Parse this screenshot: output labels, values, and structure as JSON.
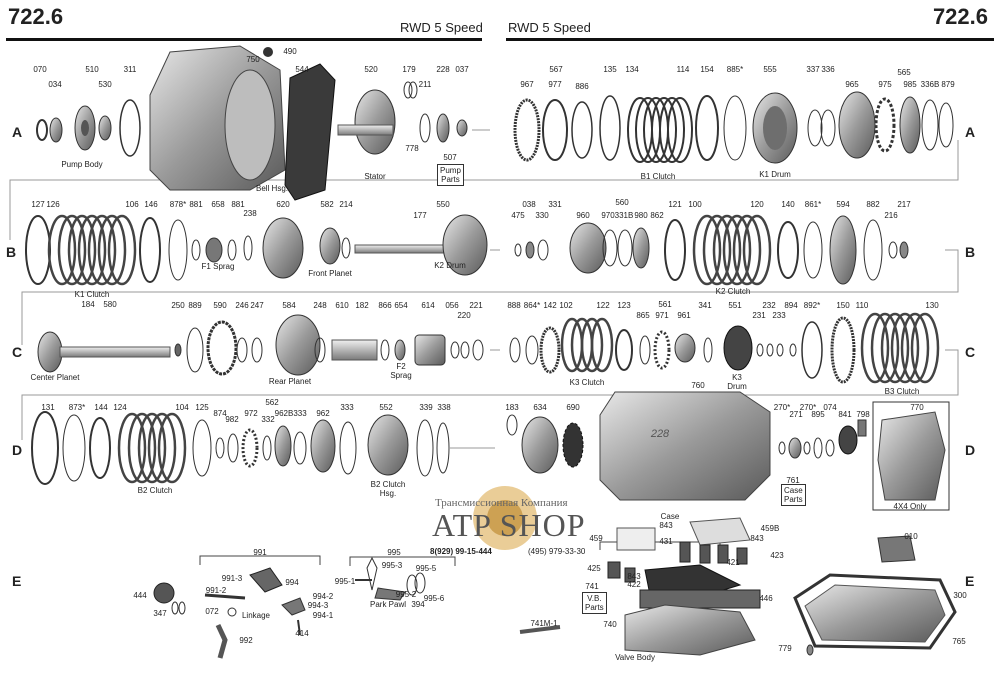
{
  "header": {
    "model_left": "722.6",
    "model_right": "722.6",
    "subtitle_left": "RWD 5 Speed",
    "subtitle_right": "RWD 5 Speed"
  },
  "rows": [
    "A",
    "B",
    "C",
    "D",
    "E"
  ],
  "group_labels": {
    "pump_body": "Pump Body",
    "bell_hsg": "Bell Hsg.",
    "stator": "Stator",
    "pump_parts": "Pump\nParts",
    "b1_clutch": "B1 Clutch",
    "k1_drum": "K1 Drum",
    "k1_clutch": "K1 Clutch",
    "f1_sprag": "F1 Sprag",
    "front_planet": "Front Planet",
    "k2_drum": "K2 Drum",
    "k2_clutch": "K2 Clutch",
    "center_planet": "Center Planet",
    "rear_planet": "Rear Planet",
    "f2_sprag": "F2\nSprag",
    "k3_clutch": "K3 Clutch",
    "k3_drum": "K3\nDrum",
    "b3_clutch": "B3 Clutch",
    "b2_clutch": "B2 Clutch",
    "b2_clutch_hsg": "B2 Clutch\nHsg.",
    "case_parts": "Case\nParts",
    "x4_only": "4X4 Only",
    "linkage": "Linkage",
    "park_pawl": "Park Pawl",
    "vb_parts": "V.B.\nParts",
    "valve_body": "Valve Body",
    "case": "Case"
  },
  "watermark": {
    "company": "Трансмиссионная Компания",
    "brand": "ATP SHOP",
    "phone1": "8(929) 99-15-444",
    "phone2": "(495) 979-33-30"
  },
  "case_marking": "228",
  "parts_row_a": [
    {
      "n": "070"
    },
    {
      "n": "034"
    },
    {
      "n": "510"
    },
    {
      "n": "530"
    },
    {
      "n": "311"
    },
    {
      "n": "750"
    },
    {
      "n": "490"
    },
    {
      "n": "544"
    },
    {
      "n": "520"
    },
    {
      "n": "179"
    },
    {
      "n": "211"
    },
    {
      "n": "228"
    },
    {
      "n": "037"
    },
    {
      "n": "778"
    },
    {
      "n": "507"
    },
    {
      "n": "567"
    },
    {
      "n": "967"
    },
    {
      "n": "977"
    },
    {
      "n": "886"
    },
    {
      "n": "135"
    },
    {
      "n": "134"
    },
    {
      "n": "114"
    },
    {
      "n": "154"
    },
    {
      "n": "885*"
    },
    {
      "n": "555"
    },
    {
      "n": "337"
    },
    {
      "n": "336"
    },
    {
      "n": "565"
    },
    {
      "n": "965"
    },
    {
      "n": "975"
    },
    {
      "n": "985"
    },
    {
      "n": "336B"
    },
    {
      "n": "879"
    }
  ],
  "parts_row_b": [
    {
      "n": "127"
    },
    {
      "n": "126"
    },
    {
      "n": "106"
    },
    {
      "n": "146"
    },
    {
      "n": "878*"
    },
    {
      "n": "881"
    },
    {
      "n": "658"
    },
    {
      "n": "881"
    },
    {
      "n": "238"
    },
    {
      "n": "620"
    },
    {
      "n": "582"
    },
    {
      "n": "214"
    },
    {
      "n": "177"
    },
    {
      "n": "550"
    },
    {
      "n": "475"
    },
    {
      "n": "038"
    },
    {
      "n": "330"
    },
    {
      "n": "331"
    },
    {
      "n": "560"
    },
    {
      "n": "960"
    },
    {
      "n": "970"
    },
    {
      "n": "331B"
    },
    {
      "n": "980"
    },
    {
      "n": "862"
    },
    {
      "n": "121"
    },
    {
      "n": "100"
    },
    {
      "n": "120"
    },
    {
      "n": "140"
    },
    {
      "n": "861*"
    },
    {
      "n": "594"
    },
    {
      "n": "882"
    },
    {
      "n": "216"
    },
    {
      "n": "217"
    }
  ],
  "parts_row_c": [
    {
      "n": "184"
    },
    {
      "n": "580"
    },
    {
      "n": "250"
    },
    {
      "n": "889"
    },
    {
      "n": "590"
    },
    {
      "n": "246"
    },
    {
      "n": "247"
    },
    {
      "n": "584"
    },
    {
      "n": "248"
    },
    {
      "n": "610"
    },
    {
      "n": "182"
    },
    {
      "n": "866"
    },
    {
      "n": "654"
    },
    {
      "n": "614"
    },
    {
      "n": "056"
    },
    {
      "n": "220"
    },
    {
      "n": "221"
    },
    {
      "n": "888"
    },
    {
      "n": "864*"
    },
    {
      "n": "142"
    },
    {
      "n": "102"
    },
    {
      "n": "122"
    },
    {
      "n": "123"
    },
    {
      "n": "561"
    },
    {
      "n": "865"
    },
    {
      "n": "971"
    },
    {
      "n": "961"
    },
    {
      "n": "341"
    },
    {
      "n": "551"
    },
    {
      "n": "232"
    },
    {
      "n": "231"
    },
    {
      "n": "233"
    },
    {
      "n": "894"
    },
    {
      "n": "892*"
    },
    {
      "n": "150"
    },
    {
      "n": "110"
    },
    {
      "n": "130"
    }
  ],
  "parts_row_d": [
    {
      "n": "131"
    },
    {
      "n": "873*"
    },
    {
      "n": "144"
    },
    {
      "n": "124"
    },
    {
      "n": "104"
    },
    {
      "n": "125"
    },
    {
      "n": "562"
    },
    {
      "n": "874"
    },
    {
      "n": "982"
    },
    {
      "n": "972"
    },
    {
      "n": "332"
    },
    {
      "n": "962B"
    },
    {
      "n": "333"
    },
    {
      "n": "962"
    },
    {
      "n": "333"
    },
    {
      "n": "552"
    },
    {
      "n": "339"
    },
    {
      "n": "338"
    },
    {
      "n": "183"
    },
    {
      "n": "634"
    },
    {
      "n": "690"
    },
    {
      "n": "760"
    },
    {
      "n": "270*"
    },
    {
      "n": "271"
    },
    {
      "n": "270*"
    },
    {
      "n": "895"
    },
    {
      "n": "074"
    },
    {
      "n": "841"
    },
    {
      "n": "798"
    },
    {
      "n": "770"
    },
    {
      "n": "761"
    }
  ],
  "parts_row_e": [
    {
      "n": "991"
    },
    {
      "n": "991-3"
    },
    {
      "n": "994"
    },
    {
      "n": "991-2"
    },
    {
      "n": "444"
    },
    {
      "n": "347"
    },
    {
      "n": "072"
    },
    {
      "n": "994-2"
    },
    {
      "n": "994-3"
    },
    {
      "n": "994-1"
    },
    {
      "n": "992"
    },
    {
      "n": "414"
    },
    {
      "n": "995"
    },
    {
      "n": "995-3"
    },
    {
      "n": "995-5"
    },
    {
      "n": "995-1"
    },
    {
      "n": "995-2"
    },
    {
      "n": "394"
    },
    {
      "n": "995-6"
    },
    {
      "n": "459"
    },
    {
      "n": "843"
    },
    {
      "n": "431"
    },
    {
      "n": "459B"
    },
    {
      "n": "843"
    },
    {
      "n": "423"
    },
    {
      "n": "425"
    },
    {
      "n": "843"
    },
    {
      "n": "422"
    },
    {
      "n": "421"
    },
    {
      "n": "741"
    },
    {
      "n": "446"
    },
    {
      "n": "741M-1"
    },
    {
      "n": "740"
    },
    {
      "n": "010"
    },
    {
      "n": "300"
    },
    {
      "n": "765"
    },
    {
      "n": "779"
    }
  ]
}
